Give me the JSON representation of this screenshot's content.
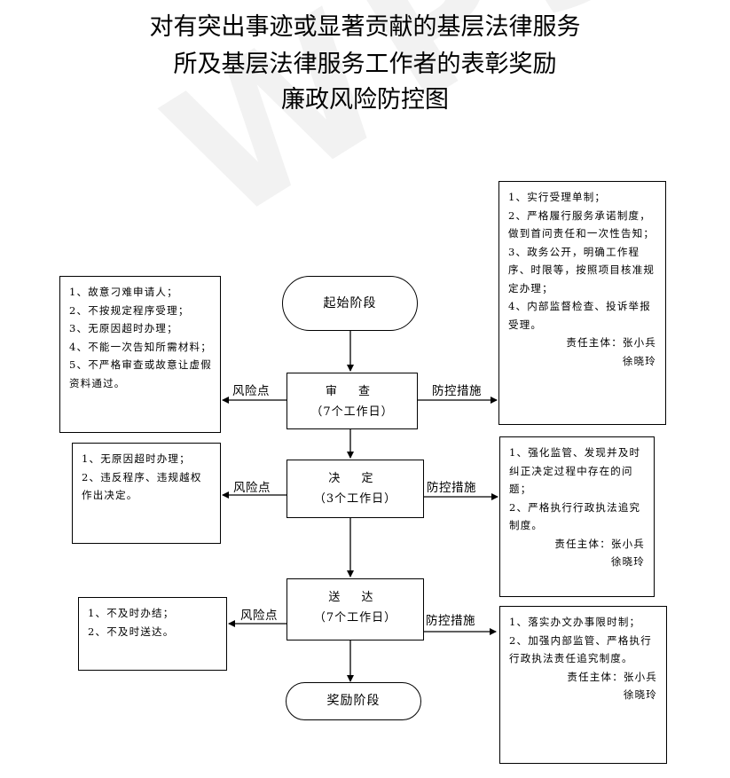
{
  "title": {
    "line1": "对有突出事迹或显著贡献的基层法律服务",
    "line2": "所及基层法律服务工作者的表彰奖励",
    "line3": "廉政风险防控图"
  },
  "watermark": "WPS",
  "labels": {
    "risk": "风险点",
    "control": "防控措施"
  },
  "start": "起始阶段",
  "end": "奖励阶段",
  "stages": [
    {
      "name": "审 查",
      "days": "（7个工作日）",
      "risks": [
        "1、故意刁难申请人；",
        "2、不按规定程序受理；",
        "3、无原因超时办理；",
        "4、不能一次告知所需材料；",
        "5、不严格审查或故意让虚假资料通过。"
      ],
      "controls": [
        "1、实行受理单制；",
        "2、严格履行服务承诺制度，做到首问责任和一次性告知；",
        "3、政务公开，明确工作程序、时限等，按照项目核准规定办理；",
        "4、内部监督检查、投诉举报受理。"
      ],
      "responsible": "责任主体：张小兵",
      "responsible2": "徐晓玲"
    },
    {
      "name": "决 定",
      "days": "（3个工作日）",
      "risks": [
        "1、无原因超时办理；",
        "2、违反程序、违规越权作出决定。"
      ],
      "controls": [
        "1、强化监管、发现并及时纠正决定过程中存在的问题；",
        "2、严格执行行政执法追究制度。"
      ],
      "responsible": "责任主体：张小兵",
      "responsible2": "徐晓玲"
    },
    {
      "name": "送 达",
      "days": "（7个工作日）",
      "risks": [
        "1、不及时办结；",
        "2、不及时送达。"
      ],
      "controls": [
        "1、落实办文办事限时制；",
        "2、加强内部监管、严格执行行政执法责任追究制度。"
      ],
      "responsible": "责任主体：张小兵",
      "responsible2": "徐晓玲"
    }
  ]
}
